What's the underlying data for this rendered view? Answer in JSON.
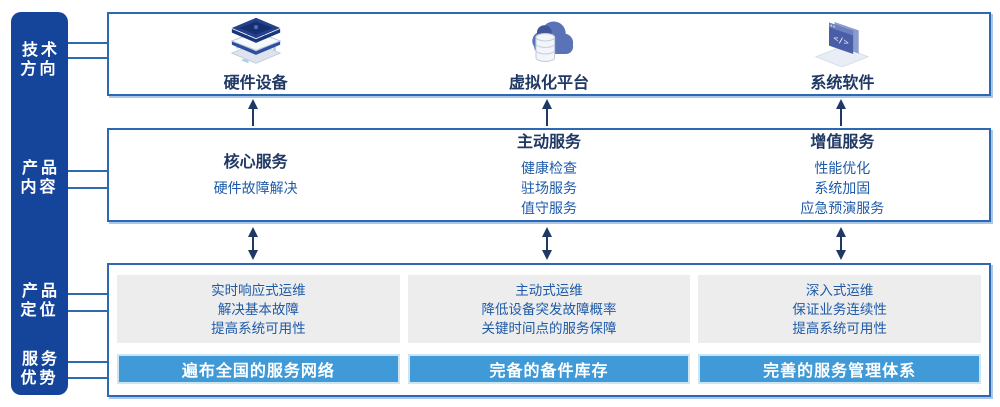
{
  "colors": {
    "sidebar_bg": "#15459B",
    "box_border": "#2D68B2",
    "connector_line": "#2E6AB0",
    "arrow": "#1F3864",
    "heading_text": "#1F3864",
    "body_text": "#1E5AA8",
    "gray_panel_bg": "#EDEDED",
    "bar_bg": "#3F9AD7",
    "bar_border": "#CDE4F3",
    "bar_text": "#FFFFFF"
  },
  "sidebar": {
    "items": [
      {
        "line1": "技术",
        "line2": "方向"
      },
      {
        "line1": "产品",
        "line2": "内容"
      },
      {
        "line1": "产品",
        "line2": "定位"
      },
      {
        "line1": "服务",
        "line2": "优势"
      }
    ]
  },
  "tech_row": {
    "items": [
      {
        "icon": "hardware-stack-icon",
        "label": "硬件设备"
      },
      {
        "icon": "cloud-database-icon",
        "label": "虚拟化平台"
      },
      {
        "icon": "code-window-icon",
        "label": "系统软件"
      }
    ]
  },
  "services_row": {
    "columns": [
      {
        "title": "核心服务",
        "items": [
          "硬件故障解决"
        ]
      },
      {
        "title": "主动服务",
        "items": [
          "健康检查",
          "驻场服务",
          "值守服务"
        ]
      },
      {
        "title": "增值服务",
        "items": [
          "性能优化",
          "系统加固",
          "应急预演服务"
        ]
      }
    ]
  },
  "positioning_row": {
    "columns": [
      {
        "lines": [
          "实时响应式运维",
          "解决基本故障",
          "提高系统可用性"
        ],
        "bar": "遍布全国的服务网络"
      },
      {
        "lines": [
          "主动式运维",
          "降低设备突发故障概率",
          "关键时间点的服务保障"
        ],
        "bar": "完备的备件库存"
      },
      {
        "lines": [
          "深入式运维",
          "保证业务连续性",
          "提高系统可用性"
        ],
        "bar": "完善的服务管理体系"
      }
    ]
  }
}
